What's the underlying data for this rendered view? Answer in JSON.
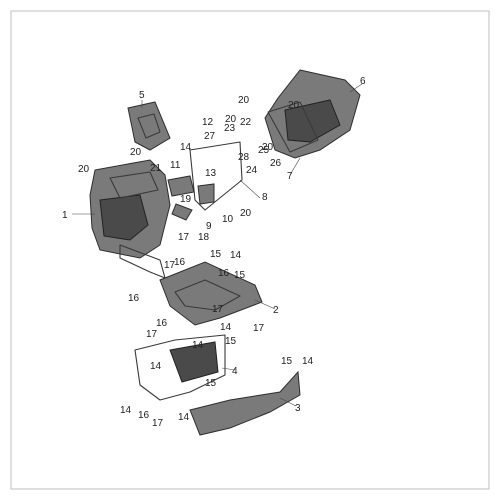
{
  "diagram": {
    "border_color": "#bfbfbf",
    "part_tone": "#7a7a7a",
    "callouts": [
      "1",
      "2",
      "3",
      "4",
      "5",
      "6",
      "7",
      "8",
      "9",
      "10",
      "11",
      "12",
      "13",
      "14",
      "14",
      "14",
      "14",
      "14",
      "14",
      "14",
      "14",
      "15",
      "15",
      "15",
      "15",
      "15",
      "16",
      "16",
      "16",
      "16",
      "16",
      "17",
      "17",
      "17",
      "17",
      "17",
      "17",
      "18",
      "19",
      "20",
      "20",
      "20",
      "20",
      "20",
      "20",
      "20",
      "21",
      "22",
      "23",
      "24",
      "25",
      "26",
      "27",
      "28"
    ]
  }
}
